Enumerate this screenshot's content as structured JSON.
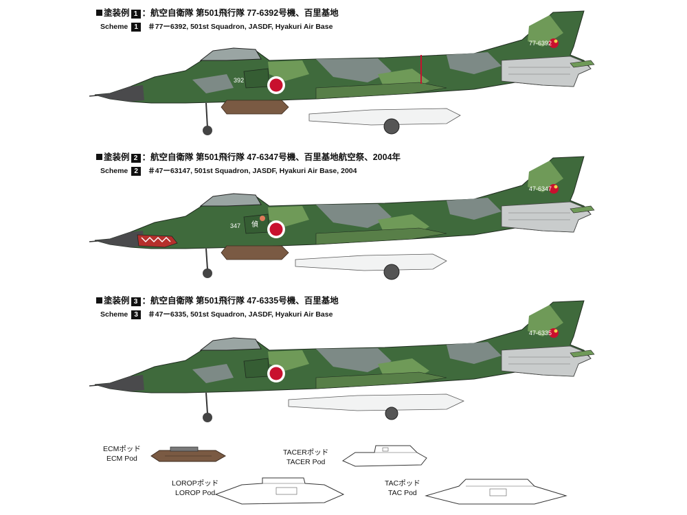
{
  "schemes": [
    {
      "label_jp": "塗装例",
      "number": "1",
      "title_jp": "航空自衛隊 第501飛行隊 77-6392号機、百里基地",
      "label_en": "Scheme",
      "desc_en": "＃77ー6392, 501st Squadron, JASDF, Hyakuri Air Base",
      "tail_number": "77-6392",
      "nose_number": "392",
      "has_shark_mouth": false,
      "has_kanji_mark": false
    },
    {
      "label_jp": "塗装例",
      "number": "2",
      "title_jp": "航空自衛隊 第501飛行隊 47-6347号機、百里基地航空祭、2004年",
      "label_en": "Scheme",
      "desc_en": "＃47ー63147, 501st Squadron, JASDF, Hyakuri Air Base, 2004",
      "tail_number": "47-6347",
      "nose_number": "347",
      "has_shark_mouth": true,
      "has_kanji_mark": true,
      "kanji_mark": "偵"
    },
    {
      "label_jp": "塗装例",
      "number": "3",
      "title_jp": "航空自衛隊 第501飛行隊 47-6335号機、百里基地",
      "label_en": "Scheme",
      "desc_en": "＃47ー6335, 501st Squadron, JASDF, Hyakuri Air Base",
      "tail_number": "47-6335",
      "nose_number": "",
      "has_shark_mouth": false,
      "has_kanji_mark": false
    }
  ],
  "pods": {
    "ecm": {
      "jp": "ECMポッド",
      "en": "ECM Pod"
    },
    "tacer": {
      "jp": "TACERポッド",
      "en": "TACER Pod"
    },
    "lorop": {
      "jp": "LOROPポッド",
      "en": "LOROP Pod"
    },
    "tac": {
      "jp": "TACポッド",
      "en": "TAC Pod"
    }
  },
  "colors": {
    "camo_green_dark": "#3f6a3c",
    "camo_green_light": "#6f9a58",
    "camo_gray": "#7d8a86",
    "radome": "#4a4a4c",
    "hinomaru": "#c8102e",
    "metal": "#c9cccc",
    "pod_brown": "#7a5a43",
    "tank_white": "#f2f3f3"
  },
  "icons": [
    "fighter-aircraft-icon",
    "hinomaru-roundel-icon",
    "squadron-woodpecker-emblem-icon",
    "recon-pod-icon"
  ]
}
